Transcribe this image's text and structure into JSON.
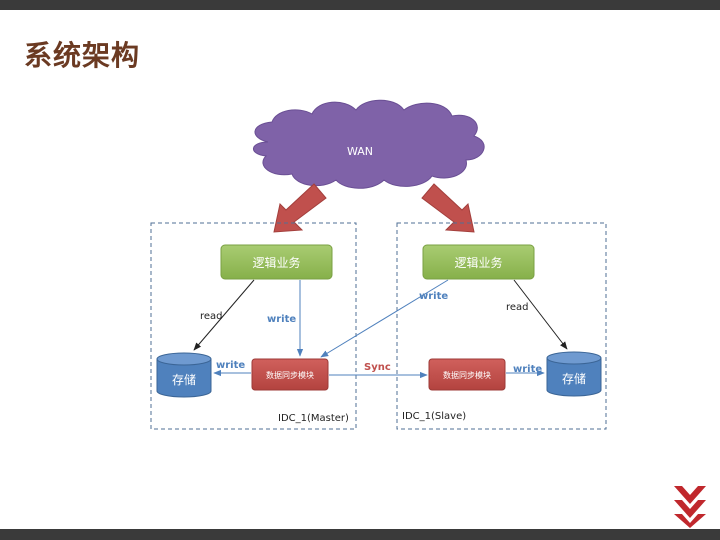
{
  "title": "系统架构",
  "diagram": {
    "cloud_label": "WAN",
    "master": {
      "logic_label": "逻辑业务",
      "storage_label": "存储",
      "sync_module_label": "数据同步模块",
      "read_label": "read",
      "write_down_label": "write",
      "write_left_label": "write",
      "zone_label": "IDC_1(Master)"
    },
    "slave": {
      "logic_label": "逻辑业务",
      "storage_label": "存储",
      "sync_module_label": "数据同步模块",
      "read_label": "read",
      "write_cross_label": "write",
      "write_right_label": "write",
      "zone_label": "IDC_1(Slave)"
    },
    "sync_label": "Sync"
  },
  "colors": {
    "title": "#6b3a22",
    "cloud": "#7f62a8",
    "logic_box": "#93bd57",
    "sync_box": "#c0504d",
    "storage": "#4f81bd",
    "big_arrow": "#c0504d",
    "write_text": "#4f81bd",
    "sync_text": "#c0504d"
  }
}
